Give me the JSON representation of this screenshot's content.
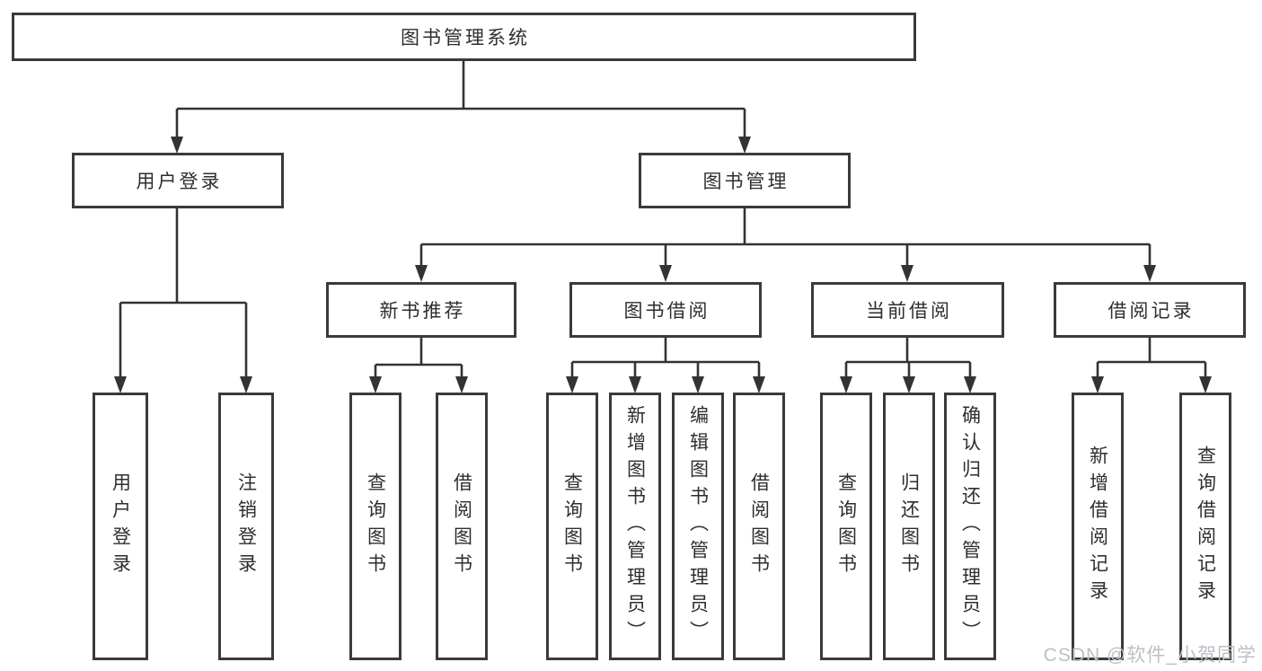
{
  "nodes": {
    "root": "图书管理系统",
    "user_login": "用户登录",
    "book_mgmt": "图书管理",
    "new_books": "新书推荐",
    "book_borrow": "图书借阅",
    "current_borrow": "当前借阅",
    "borrow_records": "借阅记录",
    "leaves": {
      "user_login": [
        "用户登录",
        "注销登录"
      ],
      "new_books": [
        "查询图书",
        "借阅图书"
      ],
      "book_borrow": [
        "查询图书",
        "新增图书（管理员）",
        "编辑图书（管理员）",
        "借阅图书"
      ],
      "current_borrow": [
        "查询图书",
        "归还图书",
        "确认归还（管理员）"
      ],
      "borrow_records": [
        "新增借阅记录",
        "查询借阅记录"
      ]
    }
  },
  "watermark": "CSDN @软件_小贺同学",
  "colors": {
    "background": "#ffffff",
    "border": "#3a3a3a",
    "line": "#333333",
    "text": "#2e2e2e",
    "watermark": "#bcc0c6"
  }
}
